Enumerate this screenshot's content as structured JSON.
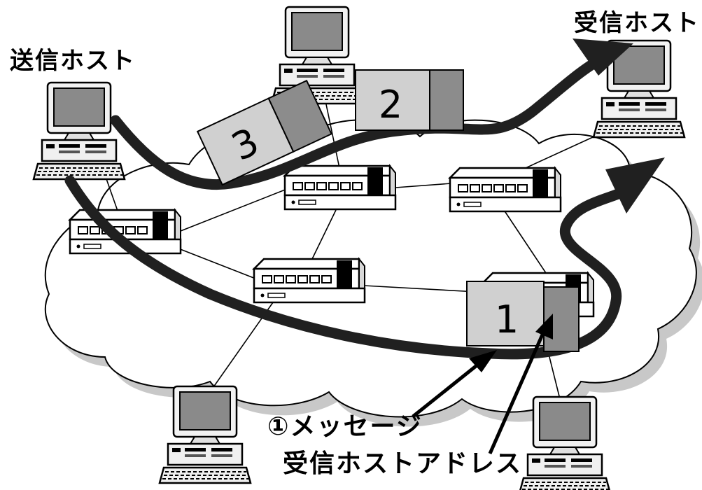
{
  "labels": {
    "sending_host": "送信ホスト",
    "receiving_host": "受信ホスト",
    "message": "①メッセージ",
    "receiving_host_address": "受信ホストアドレス"
  },
  "packets": [
    {
      "id": "packet-1",
      "number": "1"
    },
    {
      "id": "packet-2",
      "number": "2"
    },
    {
      "id": "packet-3",
      "number": "3"
    }
  ],
  "colors": {
    "packet_body": "#d0d0d0",
    "packet_header": "#8c8c8c",
    "cloud_fill": "#ffffff",
    "cloud_shadow": "#c8c8c8",
    "route_arrow": "#202020"
  }
}
